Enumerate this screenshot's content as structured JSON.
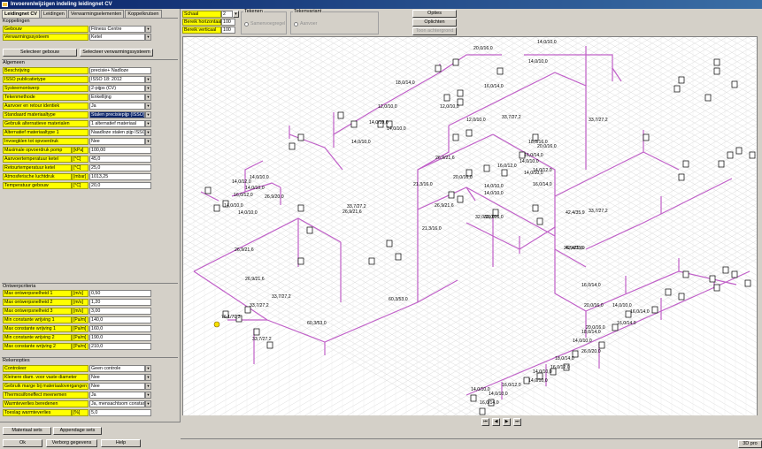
{
  "window": {
    "title": "Invoeren/wijzigen indeling leidingnet CV"
  },
  "tabs": [
    "Leidingnet CV",
    "Leidingen",
    "Verwarmingselementen",
    "Koppelkrutsen"
  ],
  "koppelingen": {
    "title": "Koppelingen",
    "rows": [
      {
        "label": "Gebouw",
        "value": "Fitness Centre"
      },
      {
        "label": "Verwarmingssysteem",
        "value": "Ketel"
      }
    ],
    "btn_gebouw": "Selecteer gebouw",
    "btn_systeem": "Selecteer verwarmingssysteem"
  },
  "algemeen": {
    "title": "Algemeen",
    "rows": [
      {
        "label": "Beschrijving",
        "unit": "",
        "value": "precisie+ Nadloze",
        "dd": false,
        "sel": false
      },
      {
        "label": "ISSO publicatietype",
        "unit": "",
        "value": "ISSO 18: 2012",
        "dd": true,
        "sel": false
      },
      {
        "label": "Systeemontwerp",
        "unit": "",
        "value": "2-pijps (CV)",
        "dd": true,
        "sel": false
      },
      {
        "label": "Tekenmethode",
        "unit": "",
        "value": "Enkellijng",
        "dd": true,
        "sel": false
      },
      {
        "label": "Aanvoer en retour identiek",
        "unit": "",
        "value": "Ja",
        "dd": true,
        "sel": false
      },
      {
        "label": "Standaard materiaaltype",
        "unit": "",
        "value": "Stalen precisiepijp (ISSO)",
        "dd": true,
        "sel": true
      },
      {
        "label": "Gebruik alternatieve materialen",
        "unit": "",
        "value": "1 alternatief materiaal",
        "dd": true,
        "sel": false
      },
      {
        "label": "Alternatief materiaaltype 1",
        "unit": "",
        "value": "Naadloze stalen pijp ISSO",
        "dd": true,
        "sel": false
      },
      {
        "label": "Invoegklen tot opvoerdruk",
        "unit": "",
        "value": "Nee",
        "dd": true,
        "sel": false
      },
      {
        "label": "Maximale opvoerdruk pomp",
        "unit": "[kPa]",
        "value": "100,00",
        "dd": false,
        "sel": false
      },
      {
        "label": "Aanvoertemperatuur ketel",
        "unit": "[°C]",
        "value": "45,0",
        "dd": false,
        "sel": false
      },
      {
        "label": "Retourtemperatuur ketel",
        "unit": "[°C]",
        "value": "25,0",
        "dd": false,
        "sel": false
      },
      {
        "label": "Atmosferische luchtdruk",
        "unit": "[mbar]",
        "value": "1013,25",
        "dd": false,
        "sel": false
      },
      {
        "label": "Temperatuur gebouw",
        "unit": "[°C]",
        "value": "20,0",
        "dd": false,
        "sel": false
      }
    ]
  },
  "ontwerpcriteria": {
    "title": "Ontwerpcriteria",
    "rows": [
      {
        "label": "Max ontwerpsnelheid 1",
        "unit": "[m/s]",
        "value": "0,50"
      },
      {
        "label": "Max ontwerpsnelheid 2",
        "unit": "[m/s]",
        "value": "1,20"
      },
      {
        "label": "Max ontwerpsnelheid 3",
        "unit": "[m/s]",
        "value": "3,00"
      },
      {
        "label": "Min constante wrijving 1",
        "unit": "[Pa/m]",
        "value": "140,0"
      },
      {
        "label": "Max constante wrijving 1",
        "unit": "[Pa/m]",
        "value": "160,0"
      },
      {
        "label": "Min constante wrijving 2",
        "unit": "[Pa/m]",
        "value": "190,0"
      },
      {
        "label": "Max constante wrijving 2",
        "unit": "[Pa/m]",
        "value": "210,0"
      }
    ]
  },
  "rekenopties": {
    "title": "Rekenopties",
    "rows": [
      {
        "label": "Controleer",
        "unit": "",
        "value": "Geen controle",
        "dd": true
      },
      {
        "label": "Kleinere diam. voor vaste diameter",
        "unit": "",
        "value": "Nee",
        "dd": true
      },
      {
        "label": "Gebruik marge bij materiaalovergangen",
        "unit": "",
        "value": "Nee",
        "dd": true
      },
      {
        "label": "Thermosifoneffect meenemen",
        "unit": "",
        "value": "Ja",
        "dd": true
      },
      {
        "label": "Warmteverlies beredenen",
        "unit": "",
        "value": "Ja, mensachtsom constant",
        "dd": true
      },
      {
        "label": "Toeslag warmteverlies",
        "unit": "[%]",
        "value": "5,0",
        "dd": false
      }
    ]
  },
  "bottom_buttons": {
    "materiaal": "Materiaal sets",
    "appendage": "Appendage sets",
    "ok": "Ok",
    "verborg": "Verborg gegevens",
    "help": "Help"
  },
  "toolbar": {
    "schaal_label": "Schaal",
    "schaal_value": "2",
    "bh_label": "Bereik horizontaal",
    "bh_value": "100",
    "bv_label": "Bereik verticaal",
    "bv_value": "100",
    "tekenen_title": "Tekenen",
    "tekenen_opt": "Samenvoegregel",
    "tekenvariant_title": "Tekenvariant",
    "tekenvariant_opt": "Aanvoer",
    "opties": "Opties",
    "oplichten": "Oplichten",
    "toon": "Toon achtergrond"
  },
  "status": {
    "right_button": "3D pro"
  },
  "pipe_labels": [
    "20,0/16,0",
    "14,0/10,0",
    "14,0/10,0",
    "16,0/14,0",
    "18,0/14,0",
    "12,0/10,0",
    "14,0/10,0",
    "14,0/10,0",
    "14,0/10,0",
    "12,0/10,0",
    "12,0/10,0",
    "33,7/27,2",
    "33,7/27,2",
    "18,0/16,0",
    "20,0/16,0",
    "16,0/14,0",
    "14,0/10,0",
    "14,0/12,0",
    "16,0/12,0",
    "26,9/21,6",
    "14,0/10,0",
    "20,0/16,0",
    "14,0/10,0",
    "21,3/16,0",
    "14,0/10,0",
    "16,0/14,0",
    "32,0/26,0",
    "33,7/27,2",
    "26,9/21,6",
    "21,3/16,0",
    "32,0/26,0",
    "42,4/35,9",
    "26,9/21,6",
    "33,7/27,2",
    "26,9/21,6",
    "14,0/10,0",
    "14,0/10,0",
    "14,0/10,0",
    "14,0/12,0",
    "26,9/20,0",
    "16,0/12,0",
    "14,0/10,0",
    "26,9/21,6",
    "60,3/53,0",
    "60,3/53,0",
    "33,7/27,2",
    "33,7/27,2",
    "76,1/70,3",
    "33,7/27,2",
    "26,9/21,6",
    "42,4/35,9",
    "16,0/14,0",
    "20,0/16,0",
    "14,0/10,0",
    "16,0/14,0",
    "16,0/14,0",
    "20,0/16,0",
    "18,0/14,0",
    "14,0/10,0",
    "26,0/20,0",
    "18,0/14,0",
    "16,0/12,0",
    "14,0/10,0",
    "14,0/10,0",
    "16,0/12,0",
    "14,0/10,0",
    "16,0/14,0",
    "14,0/10,0"
  ]
}
